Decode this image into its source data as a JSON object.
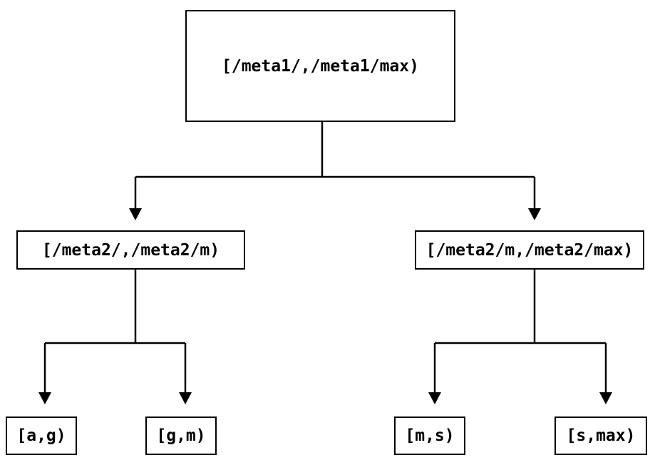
{
  "colors": {
    "background": "#ffffff",
    "line": "#000000",
    "text": "#000000",
    "box_fill": "#ffffff"
  },
  "tree": {
    "root": {
      "id": "root",
      "label": "[/meta1/,/meta1/max)"
    },
    "level2": [
      {
        "id": "meta2-left",
        "label": "[/meta2/,/meta2/m)"
      },
      {
        "id": "meta2-right",
        "label": "[/meta2/m,/meta2/max)"
      }
    ],
    "leaves": [
      {
        "id": "leaf-a-g",
        "label": "[a,g)"
      },
      {
        "id": "leaf-g-m",
        "label": "[g,m)"
      },
      {
        "id": "leaf-m-s",
        "label": "[m,s)"
      },
      {
        "id": "leaf-s-max",
        "label": "[s,max)"
      }
    ],
    "edges": [
      {
        "from": "root",
        "to": "meta2-left"
      },
      {
        "from": "root",
        "to": "meta2-right"
      },
      {
        "from": "meta2-left",
        "to": "leaf-a-g"
      },
      {
        "from": "meta2-left",
        "to": "leaf-g-m"
      },
      {
        "from": "meta2-right",
        "to": "leaf-m-s"
      },
      {
        "from": "meta2-right",
        "to": "leaf-s-max"
      }
    ]
  }
}
